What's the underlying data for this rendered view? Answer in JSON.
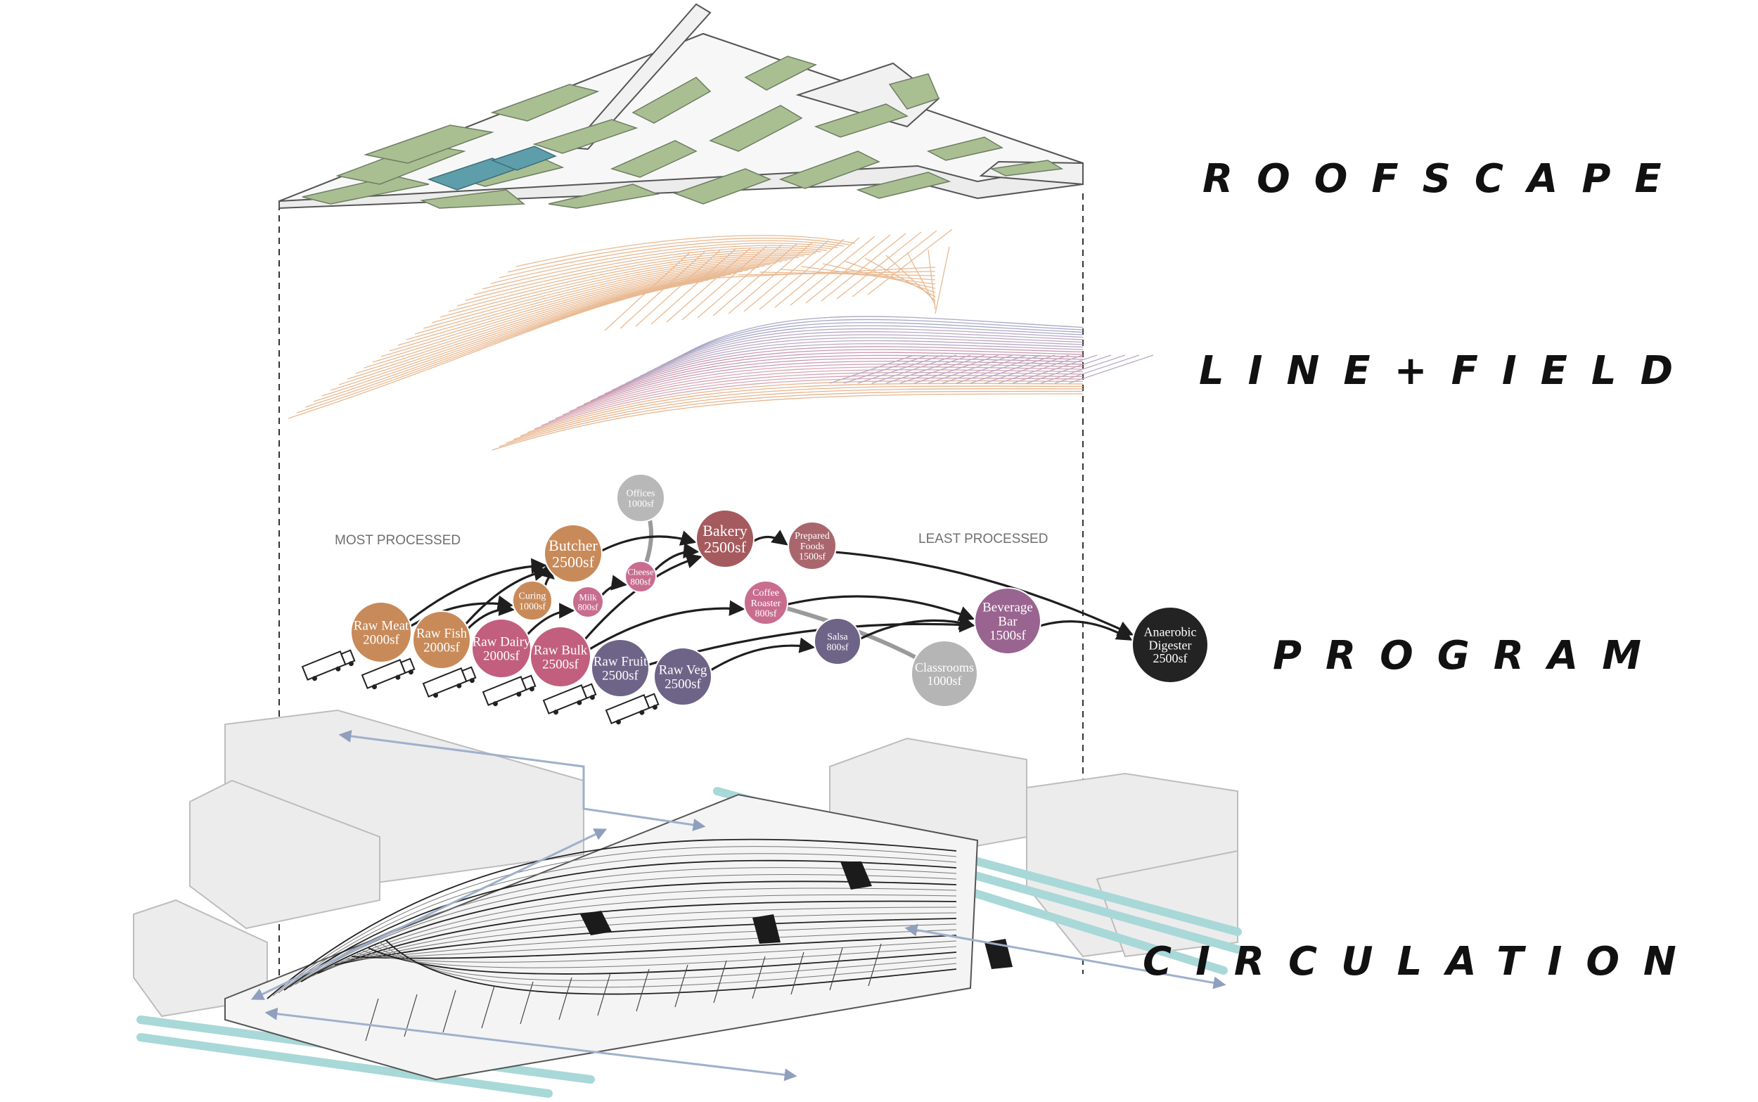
{
  "layers": {
    "roofscape": "ROOFSCAPE",
    "line_field": "LINE+FIELD",
    "program": "PROGRAM",
    "circulation": "CIRCULATION"
  },
  "axis": {
    "most_processed": "MOST PROCESSED",
    "least_processed": "LEAST PROCESSED"
  },
  "colors": {
    "roof_green": "#a9bf92",
    "roof_teal": "#5d9eaa",
    "meat": "#c98a5a",
    "pink": "#c25f7f",
    "mauve": "#9a6378",
    "purple": "#6d6488",
    "grey": "#b5b5b5",
    "black": "#232323",
    "circulation_teal": "#a8d8d8",
    "circulation_blue": "#9fb0cc"
  },
  "program_nodes": [
    {
      "id": "offices",
      "name": "Offices",
      "area": "1000sf",
      "color": "#b8b8b8"
    },
    {
      "id": "butcher",
      "name": "Butcher",
      "area": "2500sf",
      "color": "#c98a5a"
    },
    {
      "id": "bakery",
      "name": "Bakery",
      "area": "2500sf",
      "color": "#a55a5e"
    },
    {
      "id": "prepared",
      "name": "Prepared Foods",
      "area": "1500sf",
      "color": "#a9666d"
    },
    {
      "id": "cheese",
      "name": "Cheese",
      "area": "800sf",
      "color": "#c96d8e"
    },
    {
      "id": "curing",
      "name": "Curing",
      "area": "1000sf",
      "color": "#c98a5a"
    },
    {
      "id": "milk",
      "name": "Milk",
      "area": "800sf",
      "color": "#c96d8e"
    },
    {
      "id": "coffee",
      "name": "Coffee Roaster",
      "area": "800sf",
      "color": "#c96d8e"
    },
    {
      "id": "rawmeat",
      "name": "Raw Meat",
      "area": "2000sf",
      "color": "#c98a5a"
    },
    {
      "id": "rawfish",
      "name": "Raw Fish",
      "area": "2000sf",
      "color": "#c98a5a"
    },
    {
      "id": "rawdairy",
      "name": "Raw Dairy",
      "area": "2000sf",
      "color": "#c25f7f"
    },
    {
      "id": "rawbulk",
      "name": "Raw Bulk",
      "area": "2500sf",
      "color": "#c25f7f"
    },
    {
      "id": "rawfruit",
      "name": "Raw Fruit",
      "area": "2500sf",
      "color": "#6d6488"
    },
    {
      "id": "rawveg",
      "name": "Raw Veg",
      "area": "2500sf",
      "color": "#6d6488"
    },
    {
      "id": "salsa",
      "name": "Salsa",
      "area": "800sf",
      "color": "#6d6488"
    },
    {
      "id": "classrooms",
      "name": "Classrooms",
      "area": "1000sf",
      "color": "#b5b5b5"
    },
    {
      "id": "beverage",
      "name": "Beverage Bar",
      "area": "1500sf",
      "color": "#9a6490"
    },
    {
      "id": "digester",
      "name": "Anaerobic Digester",
      "area": "2500sf",
      "color": "#232323"
    }
  ],
  "program_links": [
    [
      "rawmeat",
      "butcher"
    ],
    [
      "rawmeat",
      "curing"
    ],
    [
      "rawfish",
      "butcher"
    ],
    [
      "rawfish",
      "curing"
    ],
    [
      "rawdairy",
      "milk"
    ],
    [
      "milk",
      "cheese"
    ],
    [
      "curing",
      "butcher"
    ],
    [
      "butcher",
      "bakery"
    ],
    [
      "cheese",
      "bakery"
    ],
    [
      "bakery",
      "prepared"
    ],
    [
      "prepared",
      "digester"
    ],
    [
      "rawbulk",
      "bakery"
    ],
    [
      "rawbulk",
      "coffee"
    ],
    [
      "rawfruit",
      "beverage"
    ],
    [
      "rawveg",
      "salsa"
    ],
    [
      "salsa",
      "beverage"
    ],
    [
      "coffee",
      "beverage"
    ],
    [
      "beverage",
      "digester"
    ]
  ],
  "program_grey_links": [
    [
      "offices",
      "cheese"
    ],
    [
      "coffee",
      "classrooms"
    ]
  ]
}
